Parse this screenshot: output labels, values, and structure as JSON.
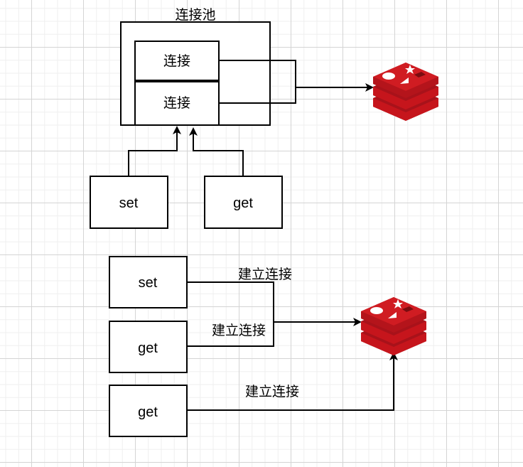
{
  "top_diagram": {
    "pool_title": "连接池",
    "connections": [
      {
        "label": "连接"
      },
      {
        "label": "连接"
      }
    ],
    "clients": [
      {
        "label": "set"
      },
      {
        "label": "get"
      }
    ],
    "target": "redis-icon"
  },
  "bottom_diagram": {
    "clients": [
      {
        "label": "set"
      },
      {
        "label": "get"
      },
      {
        "label": "get"
      }
    ],
    "edge_labels": [
      {
        "label": "建立连接"
      },
      {
        "label": "建立连接"
      },
      {
        "label": "建立连接"
      }
    ],
    "target": "redis-icon"
  },
  "colors": {
    "redis_red": "#c6151c",
    "redis_dark": "#8e0f12",
    "stroke": "#000000"
  }
}
